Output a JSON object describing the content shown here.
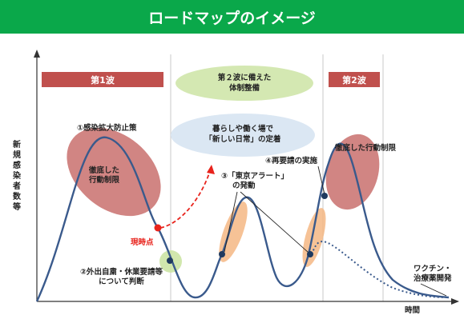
{
  "title": "ロードマップのイメージ",
  "bands": {
    "wave1": "第1波",
    "wave2": "第2波"
  },
  "ovals": {
    "prep": [
      "第２波に備えた",
      "体制整備"
    ],
    "new_normal": [
      "暮らしや働く場で",
      "「新しい日常」の定着"
    ]
  },
  "labels": {
    "spread_prevention": "①感染拡大防止策",
    "strict_restriction": [
      "徹底した",
      "行動制限"
    ],
    "current_point": "現時点",
    "self_restraint": [
      "②外出自粛・休業要請等",
      "について判断"
    ],
    "tokyo_alert": [
      "③「東京アラート」",
      "の発動"
    ],
    "re_request": "④再要請の実施",
    "strict_restriction_2": "徹底した行動制限",
    "vaccine": [
      "ワクチン・",
      "治療薬開発"
    ]
  },
  "axes": {
    "y": "新規感染者数等",
    "x": "時間"
  },
  "colors": {
    "header": "#0aa84a",
    "band": "#c0504d",
    "curve": "#3a5a8c",
    "red": "#e8231c",
    "oval_green": "#cce4a4",
    "oval_blue": "#dbe7f3",
    "oval_red": "#c9706d",
    "oval_orange": "#f4b784"
  }
}
